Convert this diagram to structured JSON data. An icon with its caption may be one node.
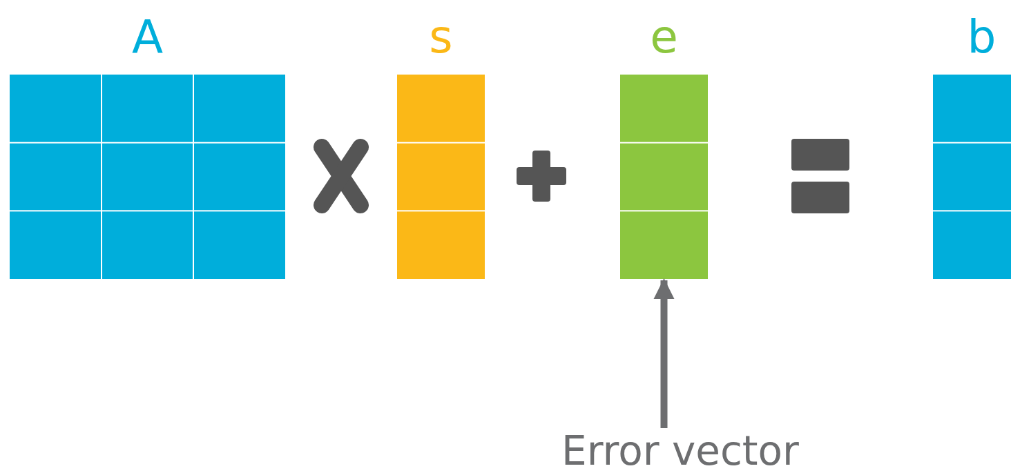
{
  "diagram": {
    "nodes": [
      {
        "text": [
          "A"
        ]
      },
      {
        "text": [
          "s"
        ]
      },
      {
        "text": [
          "e"
        ]
      },
      {
        "text": [
          "b"
        ]
      },
      {
        "text": [
          "Error vector"
        ]
      }
    ],
    "edges": [
      {
        "from": 4,
        "to": 2,
        "arrow": "to"
      }
    ]
  }
}
